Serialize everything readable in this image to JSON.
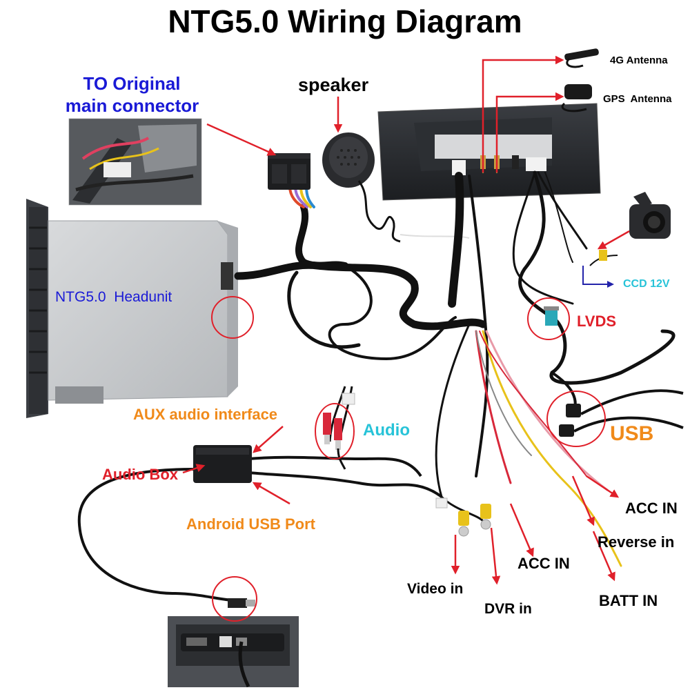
{
  "title": "NTG5.0 Wiring Diagram",
  "labels": {
    "to_original": "TO Original",
    "main_connector": "main connector",
    "speaker": "speaker",
    "antenna_4g": "4G Antenna",
    "antenna_gps": "GPS  Antenna",
    "headunit": "NTG5.0  Headunit",
    "ccd": "CCD 12V",
    "lvds": "LVDS",
    "aux": "AUX audio interface",
    "audio": "Audio",
    "usb": "USB",
    "audio_box": "Audio Box",
    "android_usb": "Android USB Port",
    "acc_in_right": "ACC IN",
    "reverse_in": "Reverse in",
    "acc_in_bottom": "ACC IN",
    "batt_in": "BATT IN",
    "video_in": "Video in",
    "dvr_in": "DVR in"
  },
  "colors": {
    "arrow": "#e0202a",
    "highlight_circle": "#e0202a",
    "cable": "#111111",
    "cable_red": "#d8283a",
    "cable_yellow": "#e8c21a",
    "cable_pink": "#e89aa8",
    "label_blue": "#1a1ad6",
    "label_orange": "#f08a1a",
    "label_red": "#e0202a",
    "label_cyan": "#27c3d8"
  }
}
